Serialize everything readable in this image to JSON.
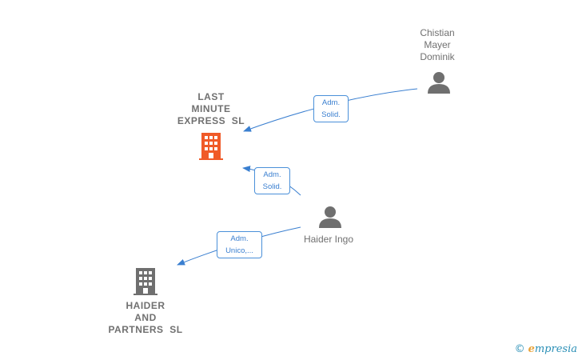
{
  "nodes": {
    "last_minute": {
      "lines": [
        "LAST",
        "MINUTE",
        "EXPRESS  SL"
      ],
      "color": "#f05a28"
    },
    "haider_partners": {
      "lines": [
        "HAIDER",
        "AND",
        "PARTNERS  SL"
      ],
      "color": "#6f6f6f"
    },
    "chistian": {
      "lines": [
        "Chistian",
        "Mayer",
        "Dominik"
      ],
      "color": "#6f6f6f"
    },
    "haider_ingo": {
      "lines": [
        "Haider Ingo"
      ],
      "color": "#6f6f6f"
    }
  },
  "edges": {
    "chistian_to_lastminute": {
      "lines": [
        "Adm.",
        "Solid."
      ]
    },
    "ingo_to_lastminute": {
      "lines": [
        "Adm.",
        "Solid."
      ]
    },
    "ingo_to_haider": {
      "lines": [
        "Adm.",
        "Unico,..."
      ]
    }
  },
  "edge_color": "#3a7fd0",
  "footer": {
    "copyright": "©",
    "brand_initial": "e",
    "brand_rest": "mpresia"
  }
}
